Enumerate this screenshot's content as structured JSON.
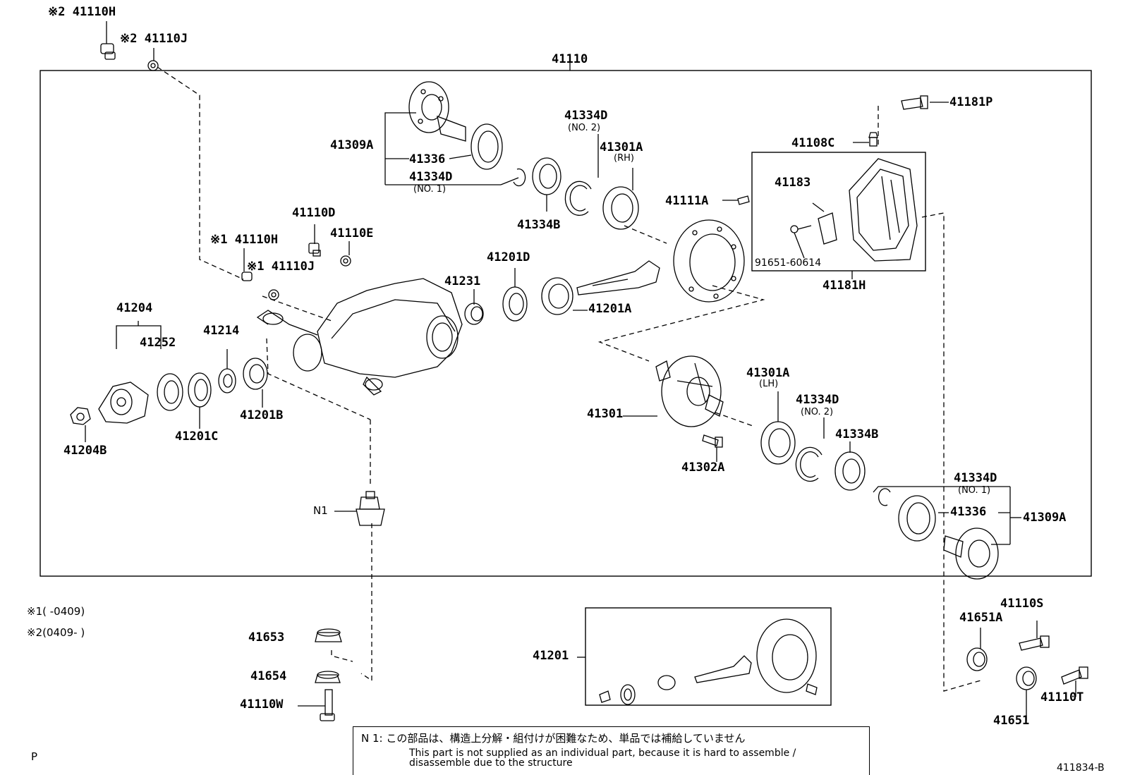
{
  "labels": {
    "l_41110H_top": "※2 41110H",
    "l_41110J_top": "※2 41110J",
    "l_41110": "41110",
    "l_41309A_left": "41309A",
    "l_41336_left": "41336",
    "l_41334D_no1_left": "41334D",
    "l_41334D_no2_top": "41334D",
    "l_41301A_rh": "41301A",
    "l_41334B_top": "41334B",
    "l_41181P": "41181P",
    "l_41108C": "41108C",
    "l_41183": "41183",
    "l_41111A": "41111A",
    "l_91651": "91651-60614",
    "l_41181H": "41181H",
    "l_41110D": "41110D",
    "l_41110E": "41110E",
    "l_41110H_mid": "※1 41110H",
    "l_41110J_mid": "※1 41110J",
    "l_41201D": "41201D",
    "l_41231": "41231",
    "l_41201A": "41201A",
    "l_41204": "41204",
    "l_41252": "41252",
    "l_41214": "41214",
    "l_41201B": "41201B",
    "l_41201C": "41201C",
    "l_41204B": "41204B",
    "l_41301": "41301",
    "l_41301A_lh": "41301A",
    "l_41334D_no2_right": "41334D",
    "l_41334B_right": "41334B",
    "l_41302A": "41302A",
    "l_41334D_no1_right": "41334D",
    "l_41336_right": "41336",
    "l_41309A_right": "41309A",
    "l_N1": "N1",
    "l_41653": "41653",
    "l_41654": "41654",
    "l_41110W": "41110W",
    "l_41201": "41201",
    "l_41110S": "41110S",
    "l_41651A": "41651A",
    "l_41110T": "41110T",
    "l_41651": "41651"
  },
  "sublabels": {
    "s_no1_left": "(NO. 1)",
    "s_no2_top": "(NO. 2)",
    "s_rh": "(RH)",
    "s_lh": "(LH)",
    "s_no2_right": "(NO. 2)",
    "s_no1_right": "(NO. 1)"
  },
  "footnotes": {
    "fn1": "※1(        -0409)",
    "fn2": "※2(0409-        )",
    "page_marker": "P",
    "figure_id": "411834-B"
  },
  "note": {
    "jp": "N 1:   この部品は、構造上分解・組付けが困難なため、単品では補給していません",
    "en_line1": "This part is not supplied as an individual part, because it is hard to assemble /",
    "en_line2": "disassemble due to the structure"
  }
}
